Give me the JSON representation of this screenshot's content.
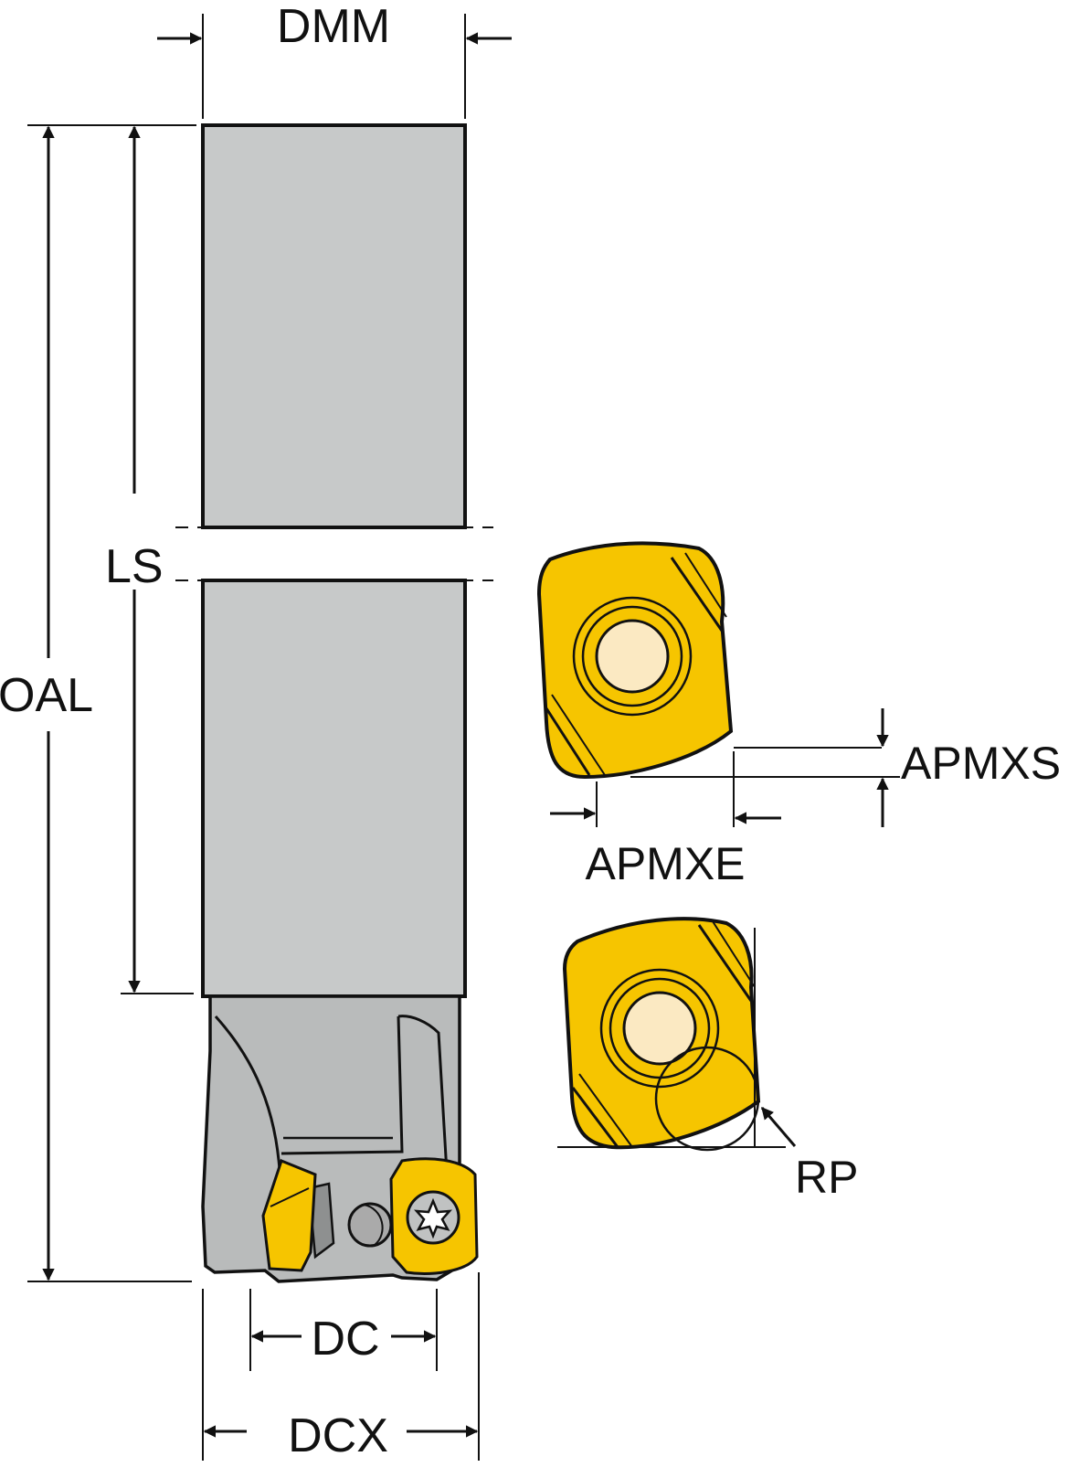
{
  "labels": {
    "dmm": "DMM",
    "ls": "LS",
    "oal": "OAL",
    "apmxs": "APMXS",
    "apmxe": "APMXE",
    "rp": "RP",
    "dc": "DC",
    "dcx": "DCX"
  },
  "colors": {
    "shank": "#c7c9c9",
    "head": "#b9bbbb",
    "insert": "#f6c500",
    "hole": "#fbe9c2",
    "line": "#111111"
  }
}
